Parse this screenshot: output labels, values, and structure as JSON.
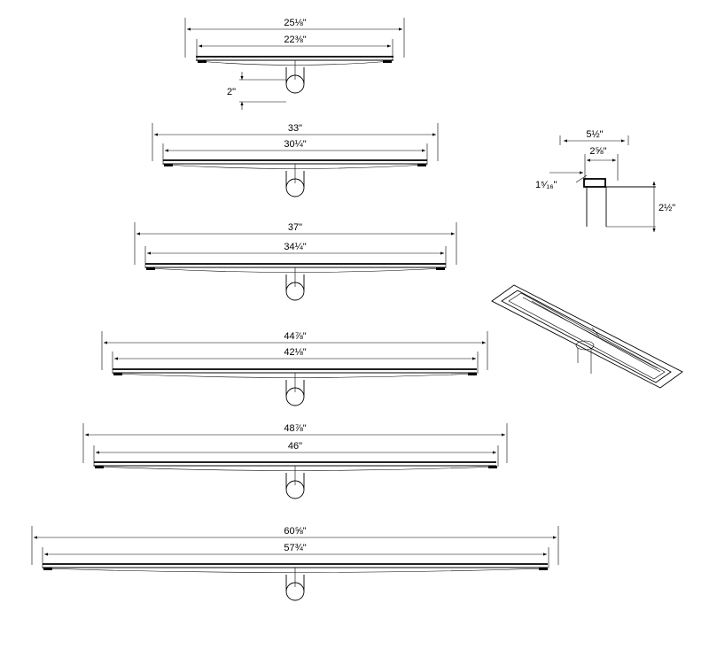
{
  "drains": [
    {
      "outer_label": "25⅛\"",
      "inner_label": "22⅜\"",
      "pipe_label": "2\""
    },
    {
      "outer_label": "33\"",
      "inner_label": "30¼\""
    },
    {
      "outer_label": "37\"",
      "inner_label": "34¼\""
    },
    {
      "outer_label": "44⅞\"",
      "inner_label": "42⅛\""
    },
    {
      "outer_label": "48⅞\"",
      "inner_label": "46\""
    },
    {
      "outer_label": "60⅝\"",
      "inner_label": "57¾\""
    }
  ],
  "cross_section": {
    "width_outer": "5½\"",
    "width_inner": "2⅝\"",
    "offset": "1⁵⁄₁₆\"",
    "depth": "2½\""
  }
}
